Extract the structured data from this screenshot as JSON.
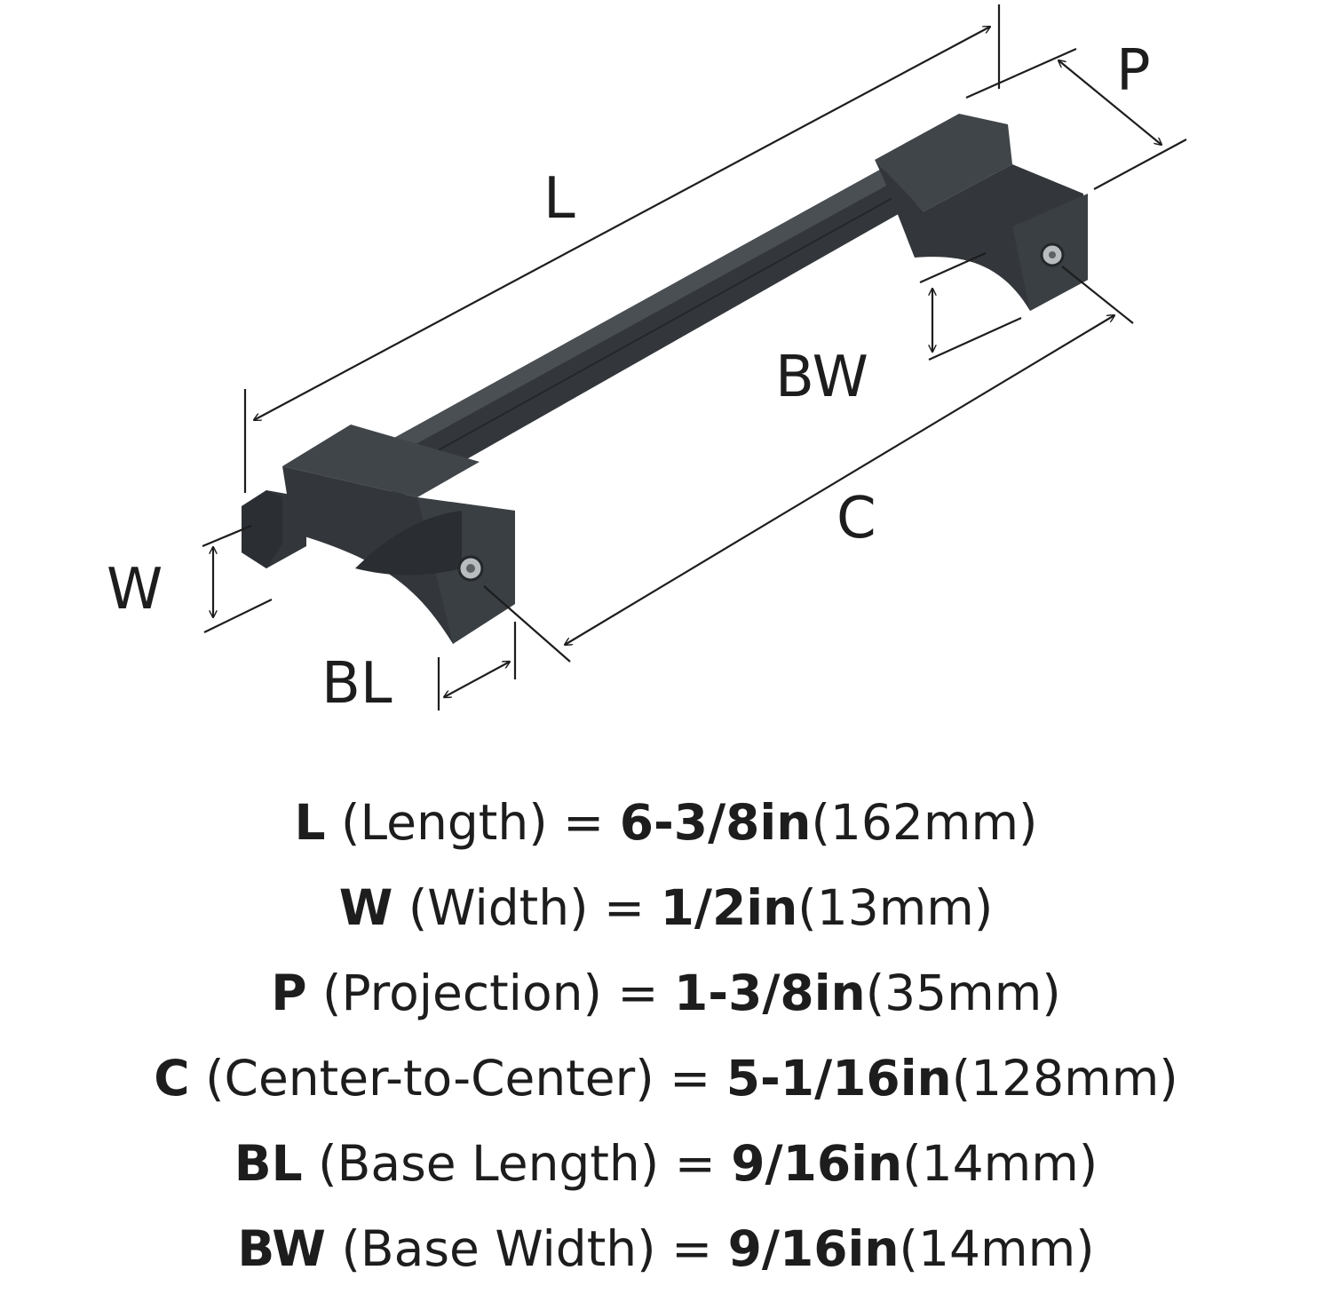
{
  "diagram": {
    "labels": {
      "L": "L",
      "P": "P",
      "BW": "BW",
      "C": "C",
      "W": "W",
      "BL": "BL"
    },
    "colors": {
      "product": "#33373b",
      "product_light": "#4a4f54",
      "product_dark": "#24272a",
      "lines": "#1d1d1d",
      "screw": "#b9bcbf"
    }
  },
  "specs": [
    {
      "key": "L",
      "desc": " (Length) = ",
      "value": "6-3/8in",
      "metric": "(162mm)"
    },
    {
      "key": "W",
      "desc": " (Width) = ",
      "value": "1/2in",
      "metric": "(13mm)"
    },
    {
      "key": "P",
      "desc": " (Projection) = ",
      "value": "1-3/8in",
      "metric": "(35mm)"
    },
    {
      "key": "C",
      "desc": " (Center-to-Center) = ",
      "value": "5-1/16in",
      "metric": "(128mm)"
    },
    {
      "key": "BL",
      "desc": " (Base Length) = ",
      "value": "9/16in",
      "metric": "(14mm)"
    },
    {
      "key": "BW",
      "desc": " (Base Width) = ",
      "value": "9/16in",
      "metric": "(14mm)"
    }
  ]
}
